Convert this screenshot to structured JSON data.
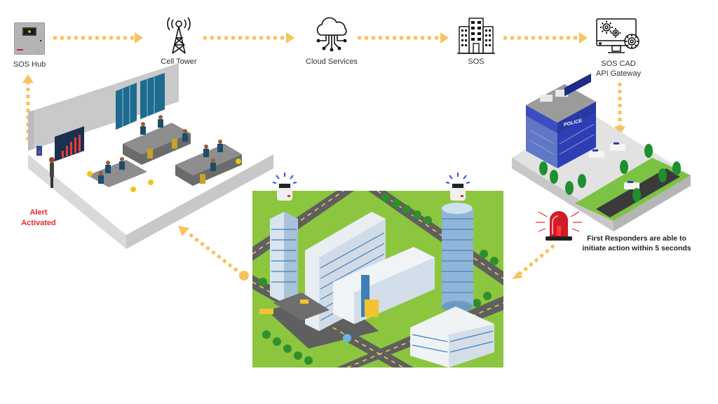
{
  "diagram": {
    "title": "SOS Alert Flow",
    "colors": {
      "arrow": "#f7c35e",
      "alert_text": "#e8282f",
      "city_grass": "#8cc63f",
      "police_blue": "#2e3fb5",
      "beacon_blue": "#2d4bff"
    },
    "nodes": [
      {
        "id": "sos-hub",
        "label": "SOS Hub",
        "icon": "control-panel-icon"
      },
      {
        "id": "cell-tower",
        "label": "Cell Tower",
        "icon": "cell-tower-icon"
      },
      {
        "id": "cloud-services",
        "label": "Cloud Services",
        "icon": "cloud-network-icon"
      },
      {
        "id": "sos",
        "label": "SOS",
        "icon": "building-icon"
      },
      {
        "id": "sos-cad",
        "label_line1": "SOS CAD",
        "label_line2": "API Gateway",
        "icon": "monitor-gears-icon"
      }
    ],
    "scenes": {
      "control_room": {
        "alert_line1": "Alert",
        "alert_line2": "Activated"
      },
      "police_station": {
        "sign": "POLICE"
      },
      "responders": {
        "line1": "First Responders are able to",
        "line2": "initiate action within 5 seconds"
      },
      "city": {
        "description": "isometric city with two SOS beacons on rooftops"
      }
    },
    "edges": [
      {
        "from": "sos-hub",
        "to": "cell-tower"
      },
      {
        "from": "cell-tower",
        "to": "cloud-services"
      },
      {
        "from": "cloud-services",
        "to": "sos"
      },
      {
        "from": "sos",
        "to": "sos-cad"
      },
      {
        "from": "sos-cad",
        "to": "police-station"
      },
      {
        "from": "police-station",
        "to": "city"
      },
      {
        "from": "city",
        "to": "control-room"
      },
      {
        "from": "control-room",
        "to": "sos-hub"
      }
    ]
  }
}
